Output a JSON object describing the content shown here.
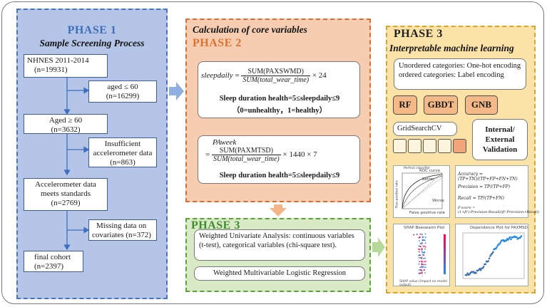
{
  "colors": {
    "blue_panel": "#b4c5e7",
    "orange_panel": "#f6cdb0",
    "green_panel": "#d8ebc6",
    "yellow_panel": "#fbe2a6",
    "arrow": "#8fb0e0",
    "arrow_orange": "#f3b58a",
    "arrow_green": "#b6d99a"
  },
  "phase1": {
    "title": "PHASE  1",
    "subtitle": "Sample Screening Process",
    "nhanes": {
      "line1": "NHNES 2011-2014",
      "line2": "(n=19931)"
    },
    "aged_lt60": {
      "line1": "aged ≤ 60",
      "line2": "(n=16299)"
    },
    "aged_ge60": {
      "line1": "Aged ≥ 60",
      "line2": "(n=3632)"
    },
    "insufficient": {
      "line1": "Insufficient",
      "line2": "accelerometer data",
      "line3": "(n=863)"
    },
    "meets": {
      "line1": "Accelerometer data",
      "line2": "meets standards",
      "line3": "(n=2769)"
    },
    "missing": {
      "line1": "Missing data on",
      "line2": "covariates  (n=372)"
    },
    "final": {
      "line1": "final cohort",
      "line2": "(n=2397)"
    }
  },
  "phase2": {
    "heading": "Calculation of core variables",
    "title": "PHASE  2",
    "formula1": {
      "lhs": "sleepdaily",
      "eq": "=",
      "num": "SUM(PAXSWMD)",
      "den": "SUM(total_wear_time)",
      "mult": "× 24"
    },
    "rule1a": "Sleep duration health=5≤sleepdaily≤9",
    "rule1b": "（0=unhealthy，1=healthy）",
    "formula2": {
      "lhs": "PAweek",
      "eq": "=",
      "num": "SUM(PAXMTSD)",
      "den": "SUM(total_wear_time)",
      "mult": "× 1440 × 7"
    },
    "rule2": "Sleep duration health=5≤sleepdaily≤9"
  },
  "phase3_green": {
    "title": "PHASE  3",
    "univariate": "Weighted Univariate Analysis: continuous variables (t-test), categorical variables (chi-square test).",
    "multivariable": "Weighted Multivariable Logistic Regression"
  },
  "phase3_yellow": {
    "title": "PHASE  3",
    "subtitle": "Interpretable machine learning",
    "encoding": "Unordered categories: One-hot encoding ordered categories: Label encoding",
    "models": [
      "RF",
      "GBDT",
      "GNB"
    ],
    "gridsearch": "GridSearchCV",
    "validation": {
      "line1": "Internal/",
      "line2": "External",
      "line3": "Validation"
    }
  },
  "thumbs": {
    "roc": {
      "title": "ROC curve",
      "ylabel": "True positive rate",
      "xlabel": "False positive rate",
      "better": "Better",
      "worse": "Worse",
      "perfect": "Perfect classifier"
    },
    "metrics": {
      "accuracy": "Accuracy = (TP+TN)/(TP+FP+FN+TN)",
      "precision": "Precision = TP/(TP+FP)",
      "recall": "Recall = TP/(TP+FN)",
      "fscore": "F-score = (1+β²)·Precision·Recall/(β²·Precision+Recall)"
    },
    "shap": {
      "title": "SHAP Beeswarm Plot",
      "xlabel": "SHAP value (impact on model output)"
    },
    "dependence": {
      "title": "Dependence Plot for PAXMSD"
    }
  }
}
